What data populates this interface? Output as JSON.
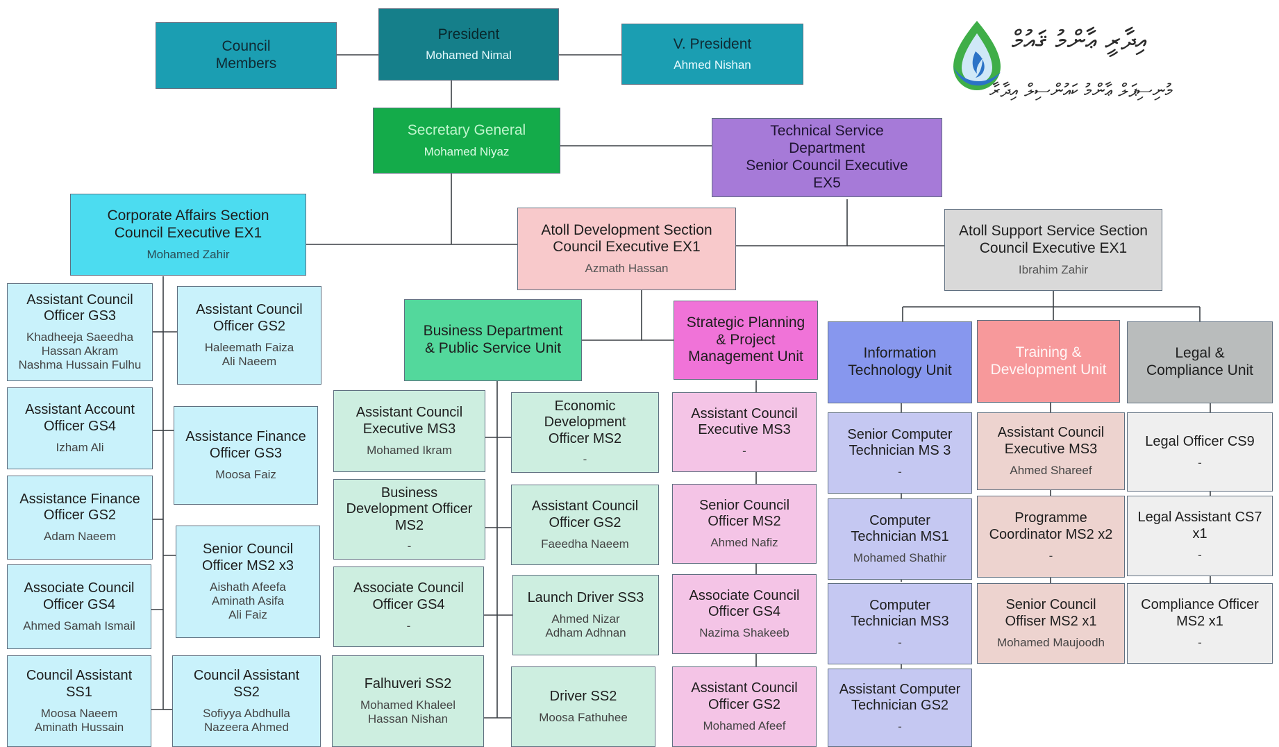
{
  "logo": {
    "line1": "އިދާރީ ޢާންމު ޤައުމް",
    "line2": "މުނިސިޕަލް ޢާންމު ކައުންސިލް އިދާރާ",
    "mark_colors": [
      "#2b73c6",
      "#3fae48",
      "#cfe8f7"
    ]
  },
  "boxes": [
    {
      "title": "Council\nMembers",
      "name": ""
    },
    {
      "title": "President",
      "name": "Mohamed Nimal"
    },
    {
      "title": "V. President",
      "name": "Ahmed Nishan"
    },
    {
      "title": "Secretary General",
      "name": "Mohamed Niyaz"
    },
    {
      "title": "Technical Service\nDepartment\nSenior Council Executive\nEX5",
      "name": ""
    },
    {
      "title": "Corporate Affairs Section\nCouncil Executive EX1",
      "name": "Mohamed Zahir"
    },
    {
      "title": "Atoll Development Section\nCouncil Executive EX1",
      "name": "Azmath Hassan"
    },
    {
      "title": "Atoll Support Service Section\nCouncil Executive EX1",
      "name": "Ibrahim Zahir"
    },
    {
      "title": "Assistant Council\nOfficer GS3",
      "name": "Khadheeja Saeedha\nHassan Akram\nNashma Hussain Fulhu"
    },
    {
      "title": "Assistant Council\nOfficer GS2",
      "name": "Haleemath Faiza\nAli Naeem"
    },
    {
      "title": "Assistant Account\nOfficer GS4",
      "name": "Izham Ali"
    },
    {
      "title": "Assistance Finance\nOfficer GS3",
      "name": "Moosa Faiz"
    },
    {
      "title": "Assistance Finance\nOfficer GS2",
      "name": "Adam Naeem"
    },
    {
      "title": "Senior Council\nOfficer MS2 x3",
      "name": "Aishath Afeefa\nAminath Asifa\nAli Faiz"
    },
    {
      "title": "Associate Council\nOfficer GS4",
      "name": "Ahmed Samah Ismail"
    },
    {
      "title": "Council Assistant\nSS1",
      "name": "Moosa Naeem\nAminath Hussain"
    },
    {
      "title": "Council Assistant\nSS2",
      "name": "Sofiyya Abdhulla\nNazeera Ahmed"
    },
    {
      "title": "Business Department\n& Public Service Unit",
      "name": ""
    },
    {
      "title": "Strategic Planning\n& Project\nManagement Unit",
      "name": ""
    },
    {
      "title": "Assistant Council\nExecutive MS3",
      "name": "Mohamed Ikram"
    },
    {
      "title": "Economic\nDevelopment\nOfficer MS2",
      "name": "-"
    },
    {
      "title": "Business\nDevelopment Officer\nMS2",
      "name": "-"
    },
    {
      "title": "Assistant Council\nOfficer GS2",
      "name": "Faeedha Naeem"
    },
    {
      "title": "Associate Council\nOfficer GS4",
      "name": "-"
    },
    {
      "title": "Launch Driver SS3",
      "name": "Ahmed Nizar\nAdham Adhnan"
    },
    {
      "title": "Falhuveri SS2",
      "name": "Mohamed Khaleel\nHassan Nishan"
    },
    {
      "title": "Driver SS2",
      "name": "Moosa Fathuhee"
    },
    {
      "title": "Assistant Council\nExecutive MS3",
      "name": "-"
    },
    {
      "title": "Senior Council\nOfficer MS2",
      "name": "Ahmed Nafiz"
    },
    {
      "title": "Associate Council\nOfficer GS4",
      "name": "Nazima Shakeeb"
    },
    {
      "title": "Assistant Council\nOfficer GS2",
      "name": "Mohamed Afeef"
    },
    {
      "title": "Information\nTechnology Unit",
      "name": ""
    },
    {
      "title": "Training &\nDevelopment Unit",
      "name": ""
    },
    {
      "title": "Legal &\nCompliance Unit",
      "name": ""
    },
    {
      "title": "Senior Computer\nTechnician MS 3",
      "name": "-"
    },
    {
      "title": "Computer\nTechnician MS1",
      "name": "Mohamed Shathir"
    },
    {
      "title": "Computer\nTechnician MS3",
      "name": "-"
    },
    {
      "title": "Assistant Computer\nTechnician GS2",
      "name": "-"
    },
    {
      "title": "Assistant Council\nExecutive MS3",
      "name": "Ahmed Shareef"
    },
    {
      "title": "Programme\nCoordinator MS2 x2",
      "name": "-"
    },
    {
      "title": "Senior Council\nOffiser MS2 x1",
      "name": "Mohamed Maujoodh"
    },
    {
      "title": "Legal Officer CS9",
      "name": "-"
    },
    {
      "title": "Legal Assistant CS7\nx1",
      "name": "-"
    },
    {
      "title": "Compliance Officer\nMS2 x1",
      "name": "-"
    }
  ]
}
